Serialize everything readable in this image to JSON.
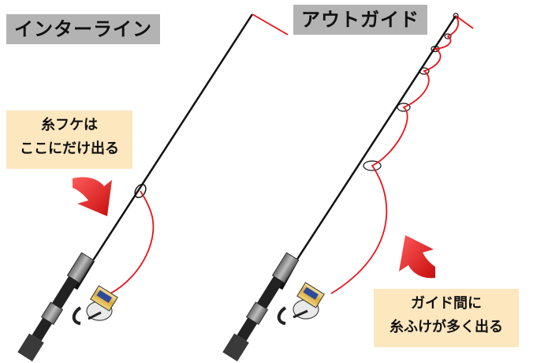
{
  "diagram": {
    "left_title": "インターライン",
    "right_title": "アウトガイド",
    "left_note": {
      "line1": "糸フケは",
      "line2": "ここにだけ出る"
    },
    "right_note": {
      "line1": "ガイド間に",
      "line2": "糸ふけが多く出る"
    },
    "colors": {
      "line": "#e8141a",
      "arrow": "#e41e1e",
      "rod": "#111111",
      "label_bg": "#b3b3b3",
      "note_bg": "#fce7bf"
    }
  }
}
